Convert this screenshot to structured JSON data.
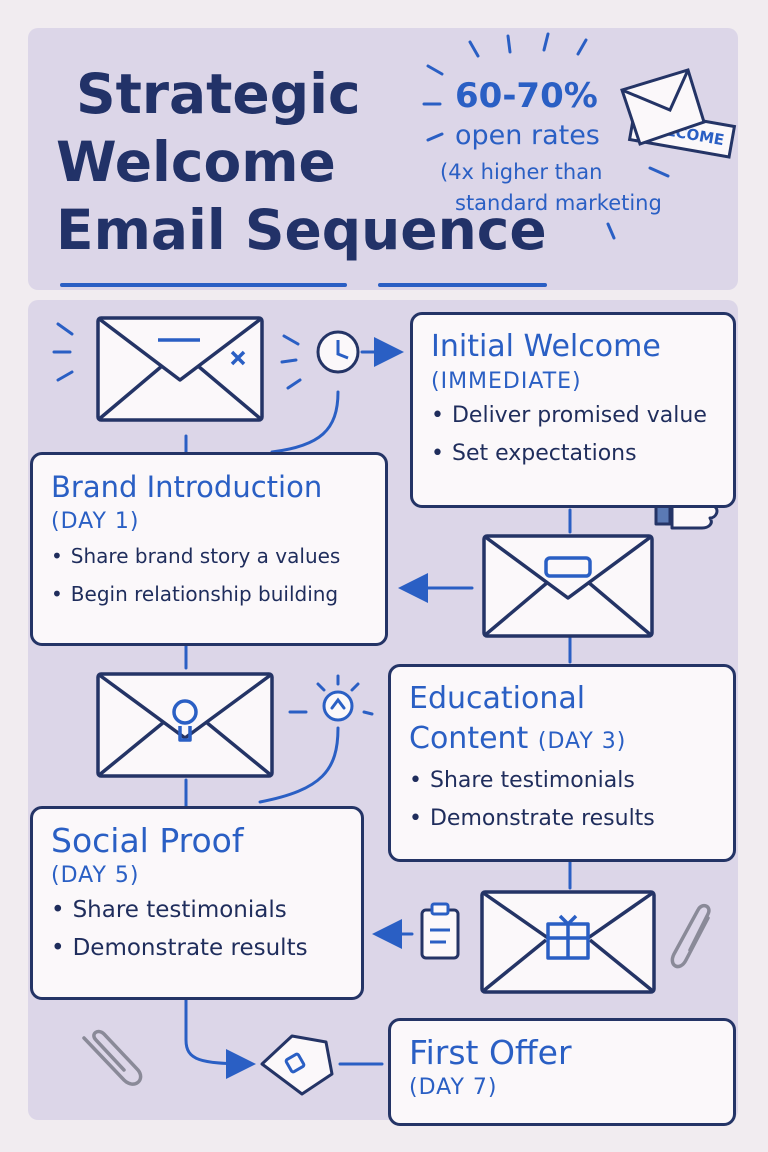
{
  "title": {
    "line1": "Strategic",
    "line2": "Welcome",
    "line3": "Email Sequence"
  },
  "stat": {
    "rate": "60-70%",
    "label": "open rates",
    "note_line1": "(4x higher than",
    "note_line2": "standard marketing"
  },
  "welcome_flag": "WELCOME",
  "steps": [
    {
      "title": "Initial Welcome",
      "timing": "(IMMEDIATE)",
      "bullets": [
        "Deliver promised value",
        "Set expectations"
      ]
    },
    {
      "title": "Brand Introduction",
      "timing": "(DAY 1)",
      "bullets": [
        "Share brand story a values",
        "Begin relationship building"
      ]
    },
    {
      "title": "Educational",
      "title_line2": "Content",
      "timing": "(DAY 3)",
      "bullets": [
        "Share testimonials",
        "Demonstrate results"
      ]
    },
    {
      "title": "Social Proof",
      "timing": "(DAY 5)",
      "bullets": [
        "Share testimonials",
        "Demonstrate results"
      ]
    },
    {
      "title": "First Offer",
      "timing": "(DAY 7)",
      "bullets": []
    }
  ],
  "icons": {
    "envelopes": [
      "envelope-icon",
      "envelope-message-icon",
      "envelope-lightbulb-icon",
      "envelope-gift-icon",
      "welcome-envelope-icon"
    ],
    "extras": [
      "clock-icon",
      "thumbs-up-icon",
      "lightbulb-icon",
      "bar-chart-icon",
      "clipboard-icon",
      "tag-icon",
      "paperclip-icon"
    ]
  },
  "colors": {
    "accent": "#2a5fc4",
    "ink": "#243466",
    "panel": "#dcd6e8",
    "background": "#f1ecf0"
  }
}
